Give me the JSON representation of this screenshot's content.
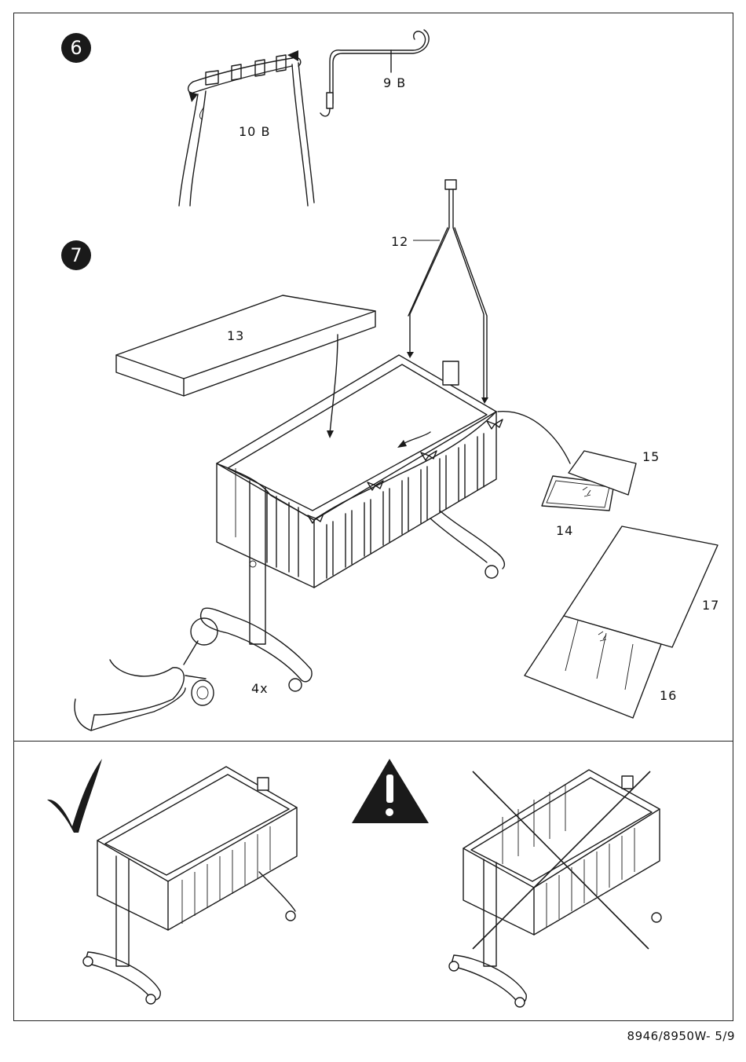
{
  "steps": [
    {
      "number": "6"
    },
    {
      "number": "7"
    }
  ],
  "labels": {
    "part_9b": "9 B",
    "part_10b": "10 B",
    "part_12": "12",
    "part_13": "13",
    "part_14": "14",
    "part_15": "15",
    "part_16": "16",
    "part_17": "17",
    "wheels_qty": "4x"
  },
  "footer": {
    "doc_ref": "8946/8950W- 5/9"
  },
  "icons": {
    "correct": "checkmark-icon",
    "warning": "warning-triangle-icon",
    "incorrect": "cross-out-icon"
  }
}
